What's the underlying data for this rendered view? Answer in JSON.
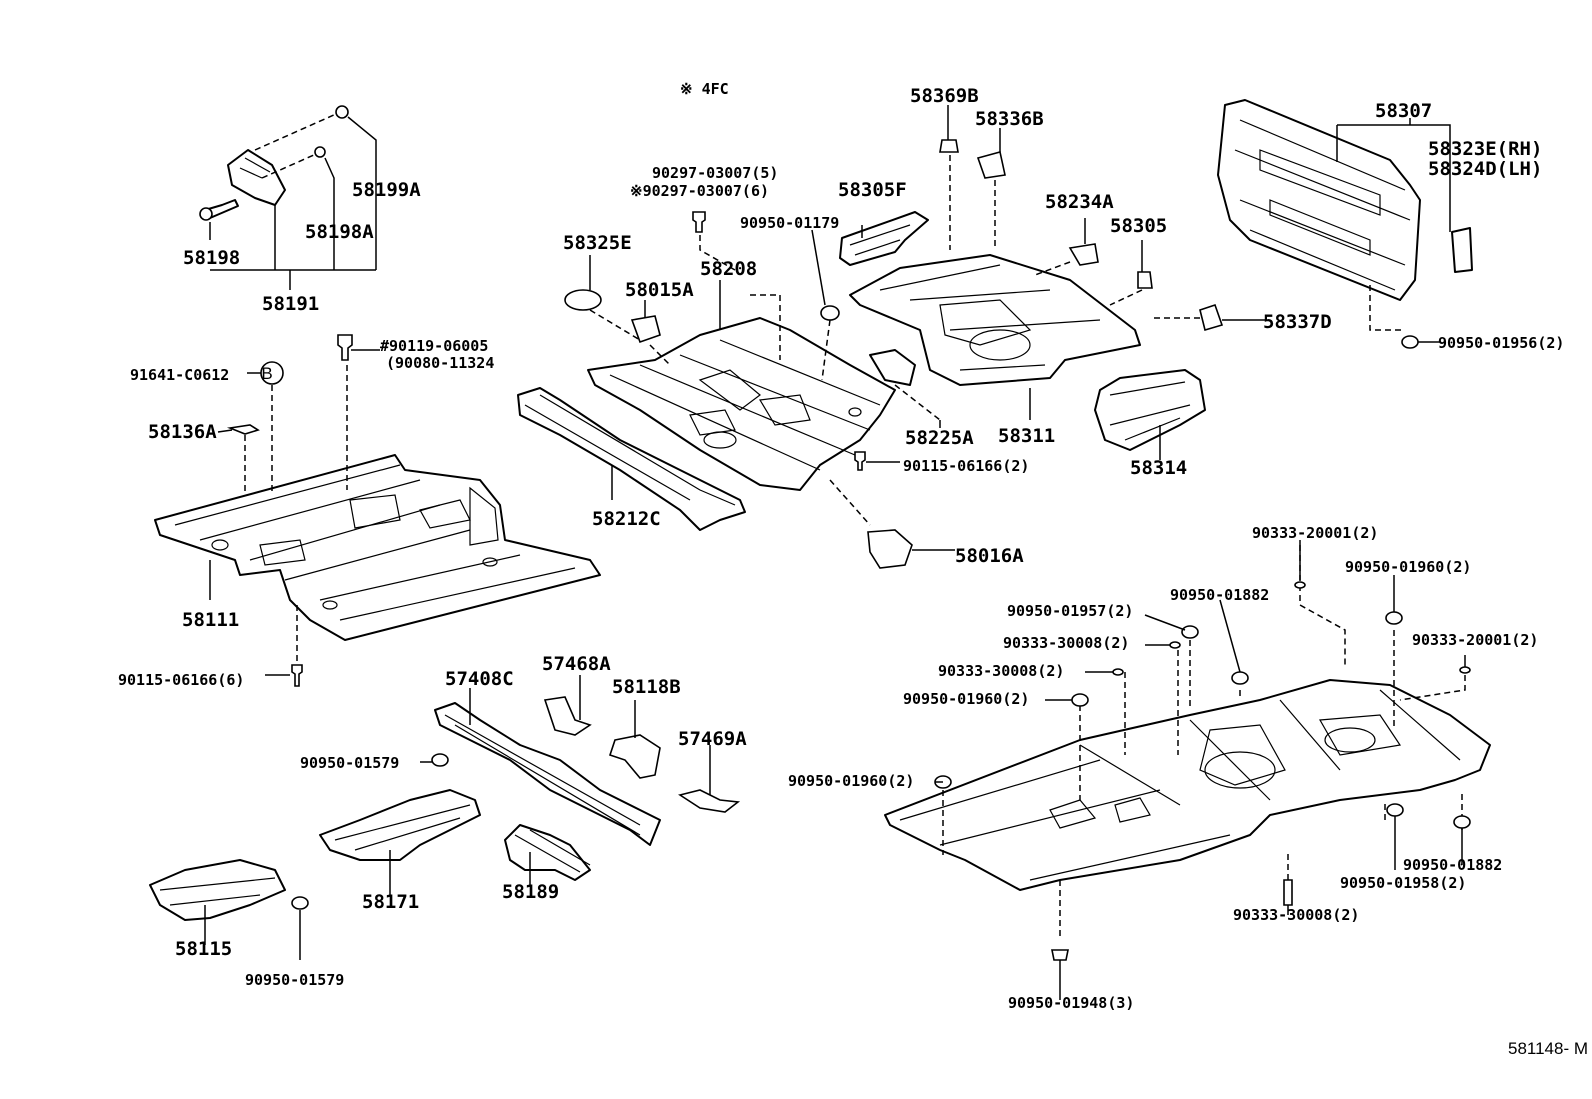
{
  "diagram": {
    "note": "※ 4FC",
    "reference_code": "581148- M",
    "callout_b": "B",
    "parts": {
      "p58199A": "58199A",
      "p58198A": "58198A",
      "p58198": "58198",
      "p58191": "58191",
      "p91641": "91641-C0612",
      "p90119": "#90119-06005",
      "p90080": "(90080-11324",
      "p58136A": "58136A",
      "p58111": "58111",
      "p90115_6": "90115-06166(6)",
      "p90297_5": "90297-03007(5)",
      "p90297_6": "※90297-03007(6)",
      "p58325E": "58325E",
      "p58015A": "58015A",
      "p58208": "58208",
      "p58212C": "58212C",
      "p90950_01179": "90950-01179",
      "p58305F": "58305F",
      "p58369B": "58369B",
      "p58336B": "58336B",
      "p58234A": "58234A",
      "p58305": "58305",
      "p58225A": "58225A",
      "p58311": "58311",
      "p90115_2": "90115-06166(2)",
      "p58016A": "58016A",
      "p58307": "58307",
      "p58323E": "58323E(RH)",
      "p58324D": "58324D(LH)",
      "p58337D": "58337D",
      "p90950_01956": "90950-01956(2)",
      "p58314": "58314",
      "p57408C": "57408C",
      "p57468A": "57468A",
      "p58118B": "58118B",
      "p57469A": "57469A",
      "p90950_01579a": "90950-01579",
      "p58171": "58171",
      "p58189": "58189",
      "p58115": "58115",
      "p90950_01579b": "90950-01579",
      "p90333_20001a": "90333-20001(2)",
      "p90950_01960a": "90950-01960(2)",
      "p90950_01882a": "90950-01882",
      "p90950_01957": "90950-01957(2)",
      "p90333_30008a": "90333-30008(2)",
      "p90333_20001b": "90333-20001(2)",
      "p90333_30008b": "90333-30008(2)",
      "p90950_01960b": "90950-01960(2)",
      "p90950_01960c": "90950-01960(2)",
      "p90950_01882b": "90950-01882",
      "p90950_01958": "90950-01958(2)",
      "p90333_30008c": "90333-30008(2)",
      "p90950_01948": "90950-01948(3)"
    }
  }
}
